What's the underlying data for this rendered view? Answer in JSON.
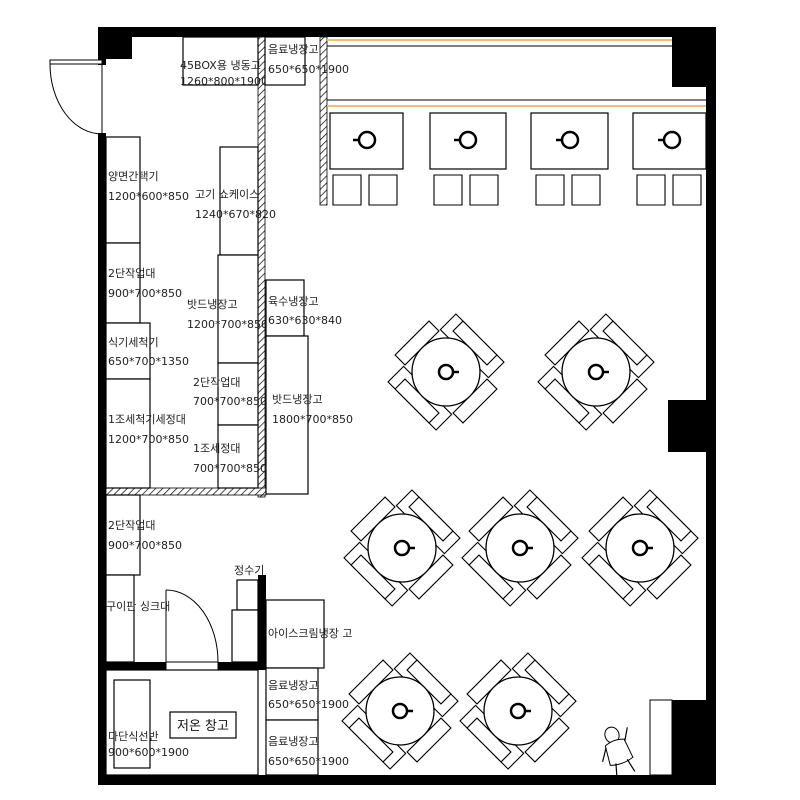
{
  "equipment": [
    {
      "id": "freezer-45box",
      "name": "45BOX용 냉동고",
      "size": "1260*800*1900"
    },
    {
      "id": "drink-fridge-top",
      "name": "음료냉장고",
      "size": "650*650*1900"
    },
    {
      "id": "griddle",
      "name": "양면간택기",
      "size": "1200*600*850"
    },
    {
      "id": "meat-showcase",
      "name": "고기 쇼케이스",
      "size": "1240*670*820"
    },
    {
      "id": "worktable-2tier-a",
      "name": "2단작업대",
      "size": "900*700*850"
    },
    {
      "id": "under-fridge-a",
      "name": "밧드냉장고",
      "size": "1200*700*850"
    },
    {
      "id": "broth-fridge",
      "name": "육수냉장고",
      "size": "630*630*840"
    },
    {
      "id": "dishwasher",
      "name": "식기세척기",
      "size": "650*700*1350"
    },
    {
      "id": "worktable-2tier-b",
      "name": "2단작업대",
      "size": "700*700*850"
    },
    {
      "id": "under-fridge-b",
      "name": "밧드냉장고",
      "size": "1800*700*850"
    },
    {
      "id": "sink-dish",
      "name": "1조세척기세정대",
      "size": "1200*700*850"
    },
    {
      "id": "sink-1",
      "name": "1조세정대",
      "size": "700*700*850"
    },
    {
      "id": "worktable-2tier-c",
      "name": "2단작업대",
      "size": "900*700*850"
    },
    {
      "id": "grill-sink",
      "name": "구이판 싱크대",
      "size": ""
    },
    {
      "id": "water-purifier",
      "name": "정수기",
      "size": ""
    },
    {
      "id": "ice-cream-fridge",
      "name": "아이스크림냉장 고",
      "size": ""
    },
    {
      "id": "drink-fridge-1",
      "name": "음료냉장고",
      "size": "650*650*1900"
    },
    {
      "id": "drink-fridge-2",
      "name": "음료냉장고",
      "size": "650*650*1900"
    },
    {
      "id": "shelf",
      "name": "다단식선반",
      "size": "900*600*1900"
    }
  ],
  "rooms": {
    "cold_storage": "저온 창고"
  },
  "tables": {
    "counter_tables": 4,
    "four_seat_tables": 7
  }
}
